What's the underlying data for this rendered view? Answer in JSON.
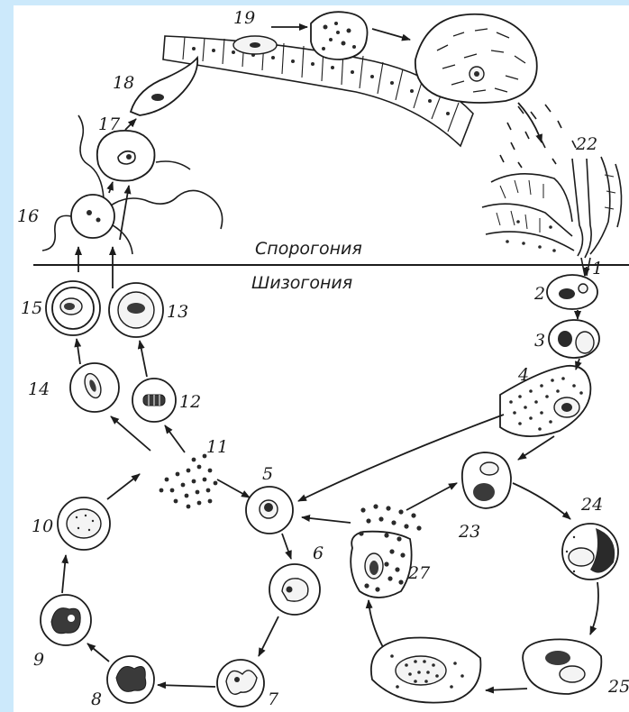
{
  "phases": {
    "upper": "Спорогония",
    "lower": "Шизогония"
  },
  "stage_labels": [
    "1",
    "2",
    "3",
    "4",
    "5",
    "6",
    "7",
    "8",
    "9",
    "10",
    "11",
    "12",
    "13",
    "14",
    "15",
    "16",
    "17",
    "18",
    "19",
    "22",
    "23",
    "24",
    "25",
    "27"
  ]
}
